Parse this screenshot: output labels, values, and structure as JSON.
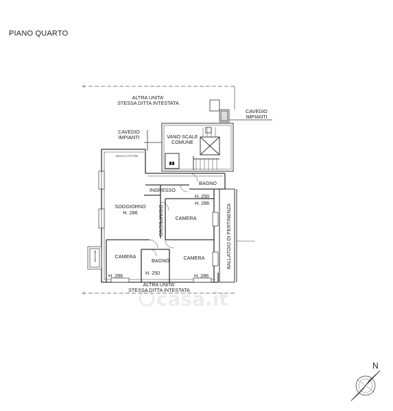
{
  "title": "PIANO QUARTO",
  "labels": {
    "altra_top_1": "ALTRA UNITA'",
    "altra_top_2": "STESSA DITTA INTESTATA",
    "cavedio_right_1": "CAVEDIO",
    "cavedio_right_2": "IMPIANTI",
    "cavedio_left_1": "CAVEDIO",
    "cavedio_left_2": "IMPIANTI",
    "vano_1": "VANO SCALE",
    "vano_2": "COMUNE",
    "angolo": "ANGOLO COTTURA",
    "ingresso": "INGRESSO",
    "bagno_top": "BAGNO",
    "h250_top": "H. 250",
    "h286_camera_top": "H. 286",
    "soggiorno": "SOGGIORNO",
    "soggiorno_h": "H. 286",
    "camera_top": "CAMERA",
    "disimpegno": "DISIMPEGNO",
    "ballatoio": "BALLATOIO DI PERTINENZA",
    "camera_left": "CAMERA",
    "bagno_bottom": "BAGNO",
    "camera_right": "CAMERA",
    "h286_left": "H. 286",
    "h250_bottom": "H. 250",
    "h286_right": "H. 286",
    "altra_bottom_1": "ALTRA UNITA'",
    "altra_bottom_2": "STESSA DITTA INTESTATA",
    "balcony_tag": "BALCONE",
    "north": "N",
    "watermark": "casa.it"
  }
}
